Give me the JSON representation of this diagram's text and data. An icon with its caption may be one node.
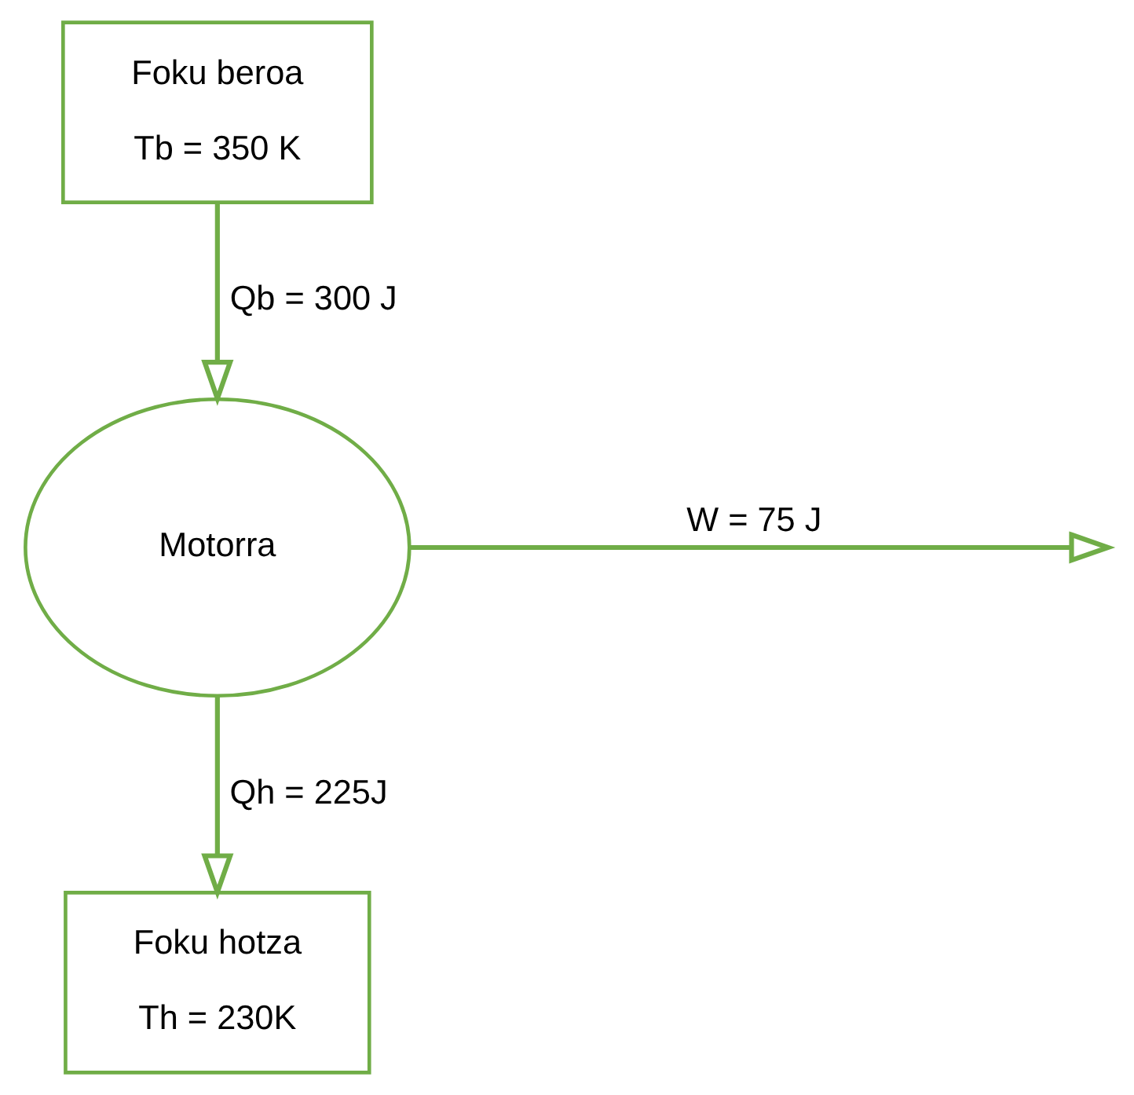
{
  "diagram": {
    "nodes": [
      {
        "text": [
          "Foku beroa",
          "Tb = 350 K"
        ]
      },
      {
        "text": [
          "Motorra"
        ]
      },
      {
        "text": [
          "Foku hotza",
          "Th = 230K"
        ]
      }
    ],
    "edges": [
      {
        "from": 0,
        "to": 1,
        "arrow": "to",
        "label": "Qb = 300 J"
      },
      {
        "from": 1,
        "to": null,
        "arrow": "to",
        "label": "W = 75 J"
      },
      {
        "from": 1,
        "to": 2,
        "arrow": "to",
        "label": "Qh = 225J"
      }
    ]
  }
}
